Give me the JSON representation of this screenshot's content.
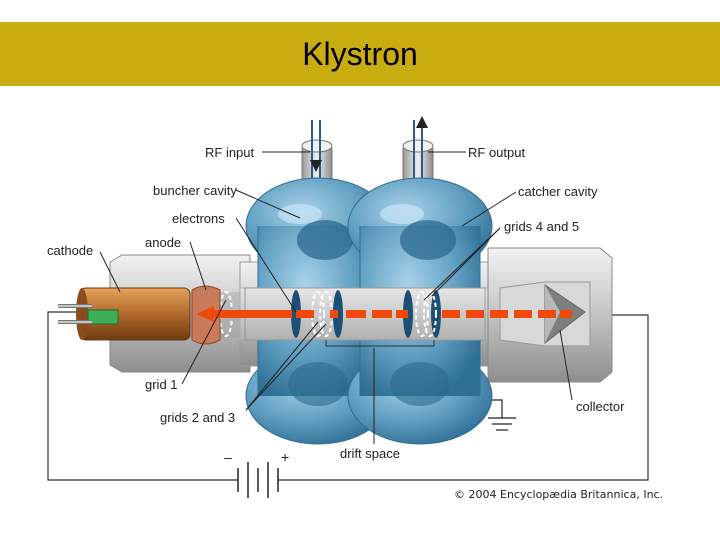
{
  "slide": {
    "title": "Klystron"
  },
  "labels": {
    "rf_input": "RF input",
    "rf_output": "RF output",
    "buncher_cavity": "buncher cavity",
    "catcher_cavity": "catcher cavity",
    "electrons": "electrons",
    "grids_4_5": "grids 4 and 5",
    "anode": "anode",
    "cathode": "cathode",
    "grid_1": "grid 1",
    "grids_2_3": "grids 2 and 3",
    "collector": "collector",
    "drift_space": "drift space",
    "minus": "–",
    "plus": "+"
  },
  "credit": "© 2004 Encyclopædia Britannica, Inc.",
  "colors": {
    "title_bar": "#c9ac10",
    "cavity": "#5f9ec0",
    "cavity_dark": "#2f6f94",
    "tube": "#c8c8c8",
    "electron_beam": "#ef4a0c",
    "cathode": "#b26a2a"
  }
}
